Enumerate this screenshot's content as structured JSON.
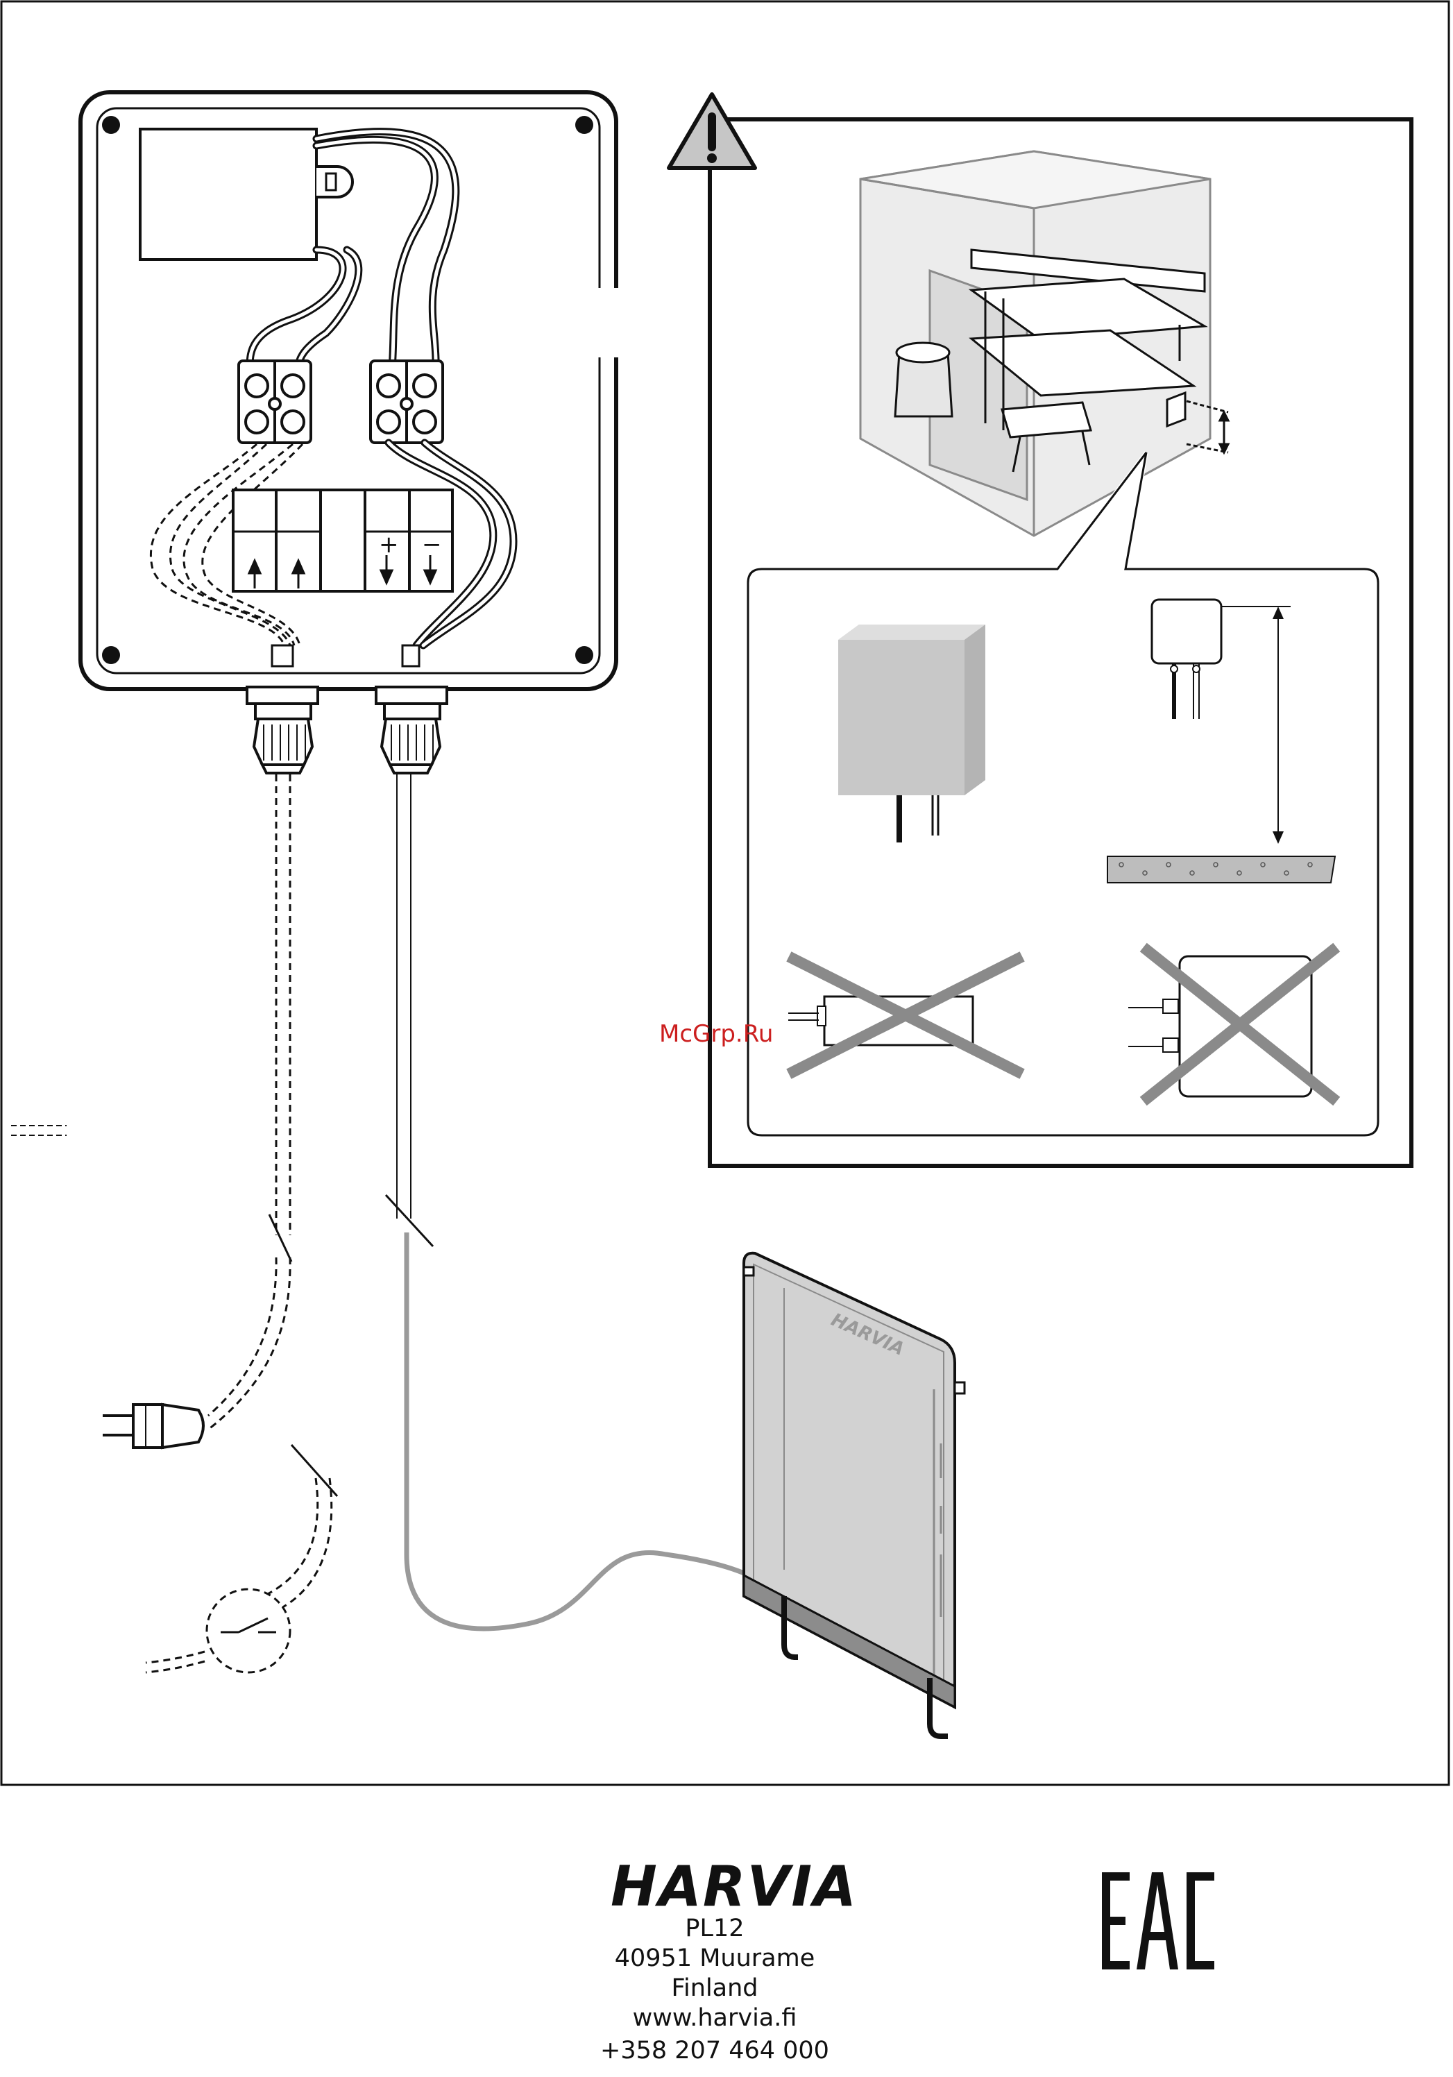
{
  "watermark": "McGrp.Ru",
  "control_unit": {
    "plus_label": "+",
    "minus_label": "−"
  },
  "brand": {
    "logo": "HARVIA",
    "panel_logo": "HARVIA",
    "address_lines": [
      "PL12",
      "40951 Muurame",
      "Finland",
      "www.harvia.fi"
    ],
    "phone": "+358 207 464 000",
    "certification_mark": "EAC"
  },
  "icons": [
    "warning-triangle-icon",
    "plug-icon",
    "switch-icon",
    "cross-icon"
  ],
  "colors": {
    "ink": "#111111",
    "panel_grey": "#cfcfcf",
    "cable_grey": "#9a9a9a",
    "box_grey": "#c8c8c8"
  }
}
